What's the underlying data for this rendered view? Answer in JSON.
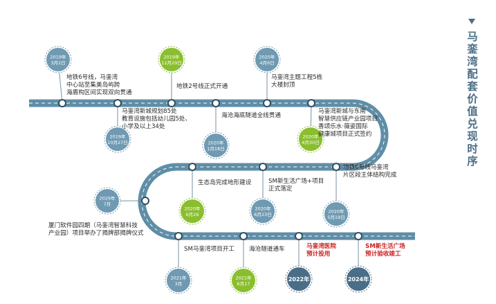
{
  "title": "马銮湾配套价值兑现时序",
  "colors": {
    "road": "#5f8ea7",
    "badge_green": "#8abe2f",
    "badge_blue": "#6f9ab2",
    "badge_navy": "#4a6d88",
    "highlight_red": "#cc1f1f",
    "title": "#4c6f87"
  },
  "events": [
    {
      "date_year": "2019年",
      "date_day": "3月2日",
      "badge": "blue",
      "lines": [
        "地铁6号线，马銮湾",
        "中心站至集美岛屿跨",
        "海盾构区间实现双向贯通"
      ]
    },
    {
      "date_year": "2019年",
      "date_day": "10月27日",
      "badge": "blue",
      "lines": [
        "马銮湾新城规划85处",
        "教育设施包括幼儿园5处、",
        "小学及以上34处"
      ]
    },
    {
      "date_year": "2019年",
      "date_day": "12月29日",
      "badge": "green",
      "lines": [
        "地铁2号线正式开通"
      ]
    },
    {
      "date_year": "2020年",
      "date_day": "1月18日",
      "badge": "blue",
      "lines": [
        "海沧海底隧道全线贯通"
      ]
    },
    {
      "date_year": "2020年",
      "date_day": "4月6日",
      "badge": "blue",
      "lines": [
        "马銮湾主题工程5栋",
        "大楼封顶"
      ]
    },
    {
      "date_year": "2020年",
      "date_day": "4月30日",
      "badge": "green",
      "lines": [
        "马銮湾新城与东南",
        "智慧供应链产业园项目",
        "香颂乐水·薇姿国际",
        "健康城项目正式签约"
      ]
    },
    {
      "date_year": "2020年",
      "date_day": "5月19日",
      "badge": "blue",
      "lines": [
        "地铁6号线马銮湾",
        "片区段主体结构完成"
      ]
    },
    {
      "date_year": "2020年",
      "date_day": "6月23日",
      "badge": "blue",
      "lines": [
        "SM新生活广场+项目",
        "正式落定"
      ]
    },
    {
      "date_year": "2020年",
      "date_day": "6月29",
      "badge": "green",
      "lines": [
        "生态岛完成地形建设"
      ]
    },
    {
      "date_year": "2029年",
      "date_day": "7月",
      "badge": "blue",
      "lines": [
        "厦门软件园四期（马銮湾智慧科技",
        "产业园）项目举办了揭牌部揭牌仪式"
      ]
    },
    {
      "date_year": "2021年",
      "date_day": "3月",
      "badge": "blue",
      "lines": [
        "SM马銮湾项目开工"
      ]
    },
    {
      "date_year": "2021年",
      "date_day": "6月17",
      "badge": "green",
      "lines": [
        "海沧隧道通车"
      ]
    },
    {
      "date_year": "",
      "date_day": "2022年",
      "badge": "navy",
      "lines": [
        "马銮湾医院",
        "预计投用"
      ]
    },
    {
      "date_year": "",
      "date_day": "2024年",
      "badge": "navy",
      "lines": [
        "SM新生活广场",
        "预计验收竣工"
      ]
    }
  ]
}
